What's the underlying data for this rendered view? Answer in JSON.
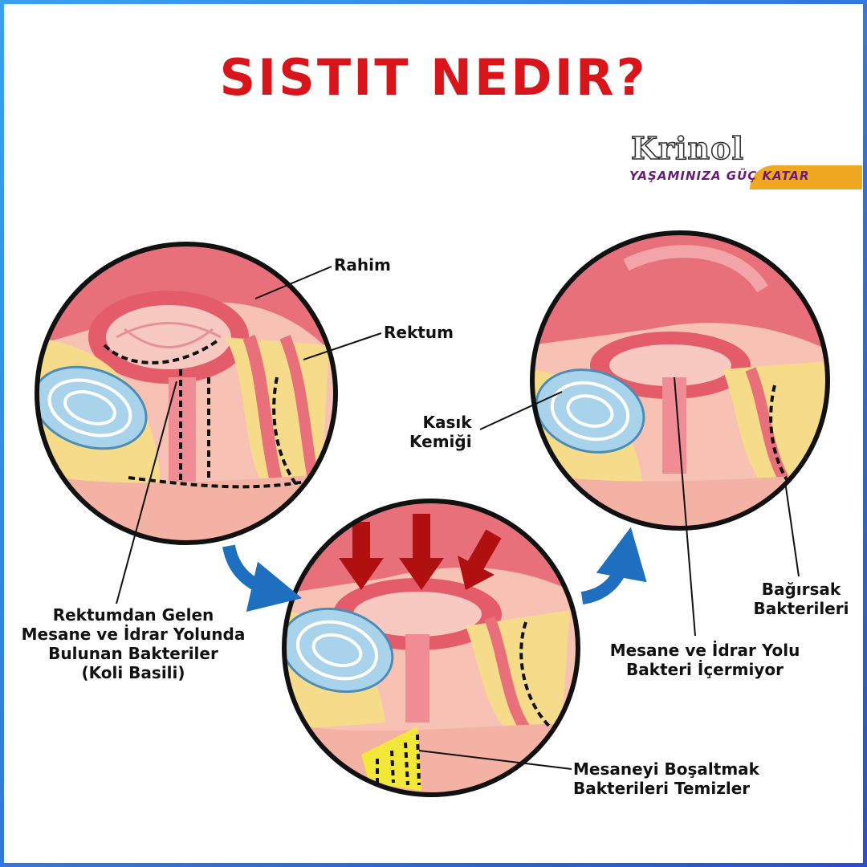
{
  "title": "SISTIT NEDIR?",
  "brand": {
    "name": "Krinol",
    "slogan": "YAŞAMINIZA GÜÇ KATAR",
    "colors": {
      "name_outline": "#333333",
      "slogan": "#6a1b7a",
      "bar": "#f0a820"
    }
  },
  "labels": {
    "rahim": "Rahim",
    "rektum": "Rektum",
    "kasik_line1": "Kasık",
    "kasik_line2": "Kemiği",
    "rektumdan_line1": "Rektumdan Gelen",
    "rektumdan_line2": "Mesane ve İdrar Yolunda",
    "rektumdan_line3": "Bulunan Bakteriler",
    "rektumdan_line4": "(Koli Basili)",
    "bagirsak_line1": "Bağırsak",
    "bagirsak_line2": "Bakterileri",
    "mesane_line1": "Mesane ve İdrar Yolu",
    "mesane_line2": "Bakteri İçermiyor",
    "bosaltmak_line1": "Mesaneyi Boşaltmak",
    "bosaltmak_line2": "Bakterileri Temizler"
  },
  "colors": {
    "title": "#d8151b",
    "frame": "#3b7fe0",
    "flow_arrow": "#1f6fc0",
    "pressure_arrow": "#b0100f",
    "tissue": "#e8707a",
    "fat": "#f6dc8a",
    "bone": "#a9d3ea",
    "skin": "#f6b8a8",
    "urine": "#f3e83a"
  }
}
